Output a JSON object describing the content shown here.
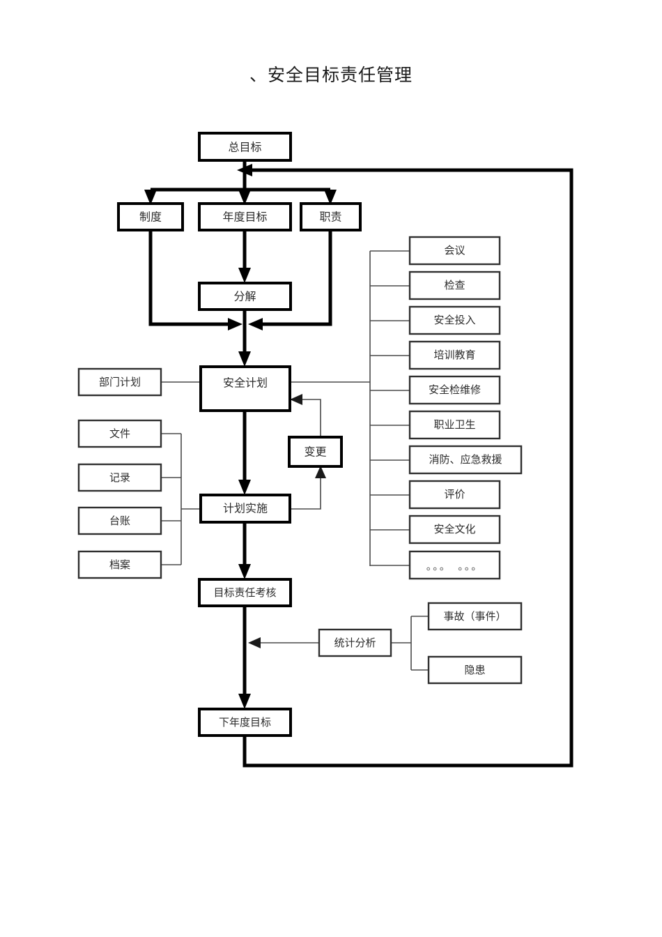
{
  "document": {
    "title": "、安全目标责任管理"
  },
  "diagram": {
    "type": "flowchart",
    "orientation": "top-down",
    "main_chain": [
      {
        "id": "total-goal",
        "label": "总目标"
      },
      {
        "id": "annual-goal",
        "label": "年度目标"
      },
      {
        "id": "decompose",
        "label": "分解"
      },
      {
        "id": "safety-plan",
        "label": "安全计划"
      },
      {
        "id": "plan-implementation",
        "label": "计划实施"
      },
      {
        "id": "goal-responsibility-assessment",
        "label": "目标责任考核"
      },
      {
        "id": "next-year-goal",
        "label": "下年度目标"
      }
    ],
    "second_row": [
      {
        "id": "system",
        "label": "制度"
      },
      {
        "id": "annual-goal",
        "label": "年度目标"
      },
      {
        "id": "duty",
        "label": "职责"
      }
    ],
    "change_node": {
      "id": "change",
      "label": "变更"
    },
    "left_inputs": {
      "department_plan": {
        "id": "department-plan",
        "label": "部门计划"
      },
      "records_group": [
        {
          "id": "document",
          "label": "文件"
        },
        {
          "id": "record",
          "label": "记录"
        },
        {
          "id": "ledger",
          "label": "台账"
        },
        {
          "id": "archive",
          "label": "档案"
        }
      ]
    },
    "right_items": [
      {
        "id": "meeting",
        "label": "会议"
      },
      {
        "id": "inspection",
        "label": "检查"
      },
      {
        "id": "safety-investment",
        "label": "安全投入"
      },
      {
        "id": "training-education",
        "label": "培训教育"
      },
      {
        "id": "safety-inspection-maintenance",
        "label": "安全检维修"
      },
      {
        "id": "occupational-health",
        "label": "职业卫生"
      },
      {
        "id": "fire-emergency-rescue",
        "label": "消防、应急救援"
      },
      {
        "id": "evaluation",
        "label": "评价"
      },
      {
        "id": "safety-culture",
        "label": "安全文化"
      },
      {
        "id": "etc",
        "label": "。。。　。。。"
      }
    ],
    "analysis_group": {
      "analysis": {
        "id": "statistical-analysis",
        "label": "统计分析"
      },
      "sources": [
        {
          "id": "accident-incident",
          "label": "事故（事件）"
        },
        {
          "id": "hidden-danger",
          "label": "隐患"
        }
      ]
    },
    "colors": {
      "line": "#000000",
      "thin_line": "#4a4a4a",
      "text": "#2b2b2b",
      "background": "#ffffff"
    }
  }
}
